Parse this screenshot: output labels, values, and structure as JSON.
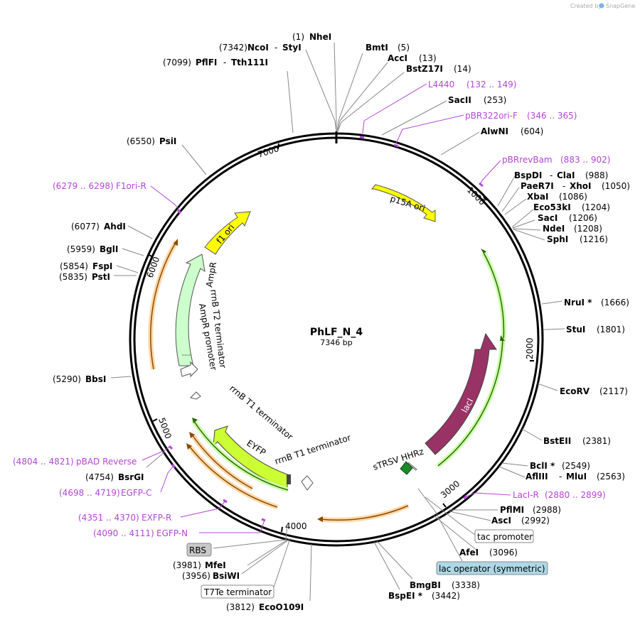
{
  "credit": {
    "created_by": "Created by",
    "app": "SnapGene"
  },
  "plasmid": {
    "name": "PhLF_N_4",
    "size_label": "7346 bp"
  },
  "ruler_ticks": [
    "1000",
    "2000",
    "3000",
    "4000",
    "5000",
    "6000",
    "7000"
  ],
  "sites": [
    {
      "name": "NheI",
      "pos": "(1)"
    },
    {
      "name": "NcoI",
      "name2": "StyI",
      "pos": "(7342)"
    },
    {
      "name": "PflFI",
      "name2": "Tth111I",
      "pos": "(7099)"
    },
    {
      "name": "BmtI",
      "pos": "(5)"
    },
    {
      "name": "AccI",
      "pos": "(13)"
    },
    {
      "name": "BstZ17I",
      "pos": "(14)"
    },
    {
      "name": "SacII",
      "pos": "(253)"
    },
    {
      "name": "AlwNI",
      "pos": "(604)"
    },
    {
      "name": "BspDI",
      "name2": "ClaI",
      "pos": "(988)"
    },
    {
      "name": "PaeR7I",
      "name2": "XhoI",
      "pos": "(1050)"
    },
    {
      "name": "XbaI",
      "pos": "(1086)"
    },
    {
      "name": "Eco53kI",
      "pos": "(1204)"
    },
    {
      "name": "SacI",
      "pos": "(1206)"
    },
    {
      "name": "NdeI",
      "pos": "(1208)"
    },
    {
      "name": "SphI",
      "pos": "(1216)"
    },
    {
      "name": "NruI *",
      "pos": "(1666)"
    },
    {
      "name": "StuI",
      "pos": "(1801)"
    },
    {
      "name": "EcoRV",
      "pos": "(2117)"
    },
    {
      "name": "BstEII",
      "pos": "(2381)"
    },
    {
      "name": "BclI *",
      "pos": "(2549)"
    },
    {
      "name": "AflIII",
      "name2": "MluI",
      "pos": "(2563)"
    },
    {
      "name": "PflMI",
      "pos": "(2988)"
    },
    {
      "name": "AscI",
      "pos": "(2992)"
    },
    {
      "name": "AfeI",
      "pos": "(3096)"
    },
    {
      "name": "BmgBI",
      "pos": "(3338)"
    },
    {
      "name": "BspEI *",
      "pos": "(3442)"
    },
    {
      "name": "EcoO109I",
      "pos": "(3812)"
    },
    {
      "name": "BsiWI",
      "pos": "(3956)"
    },
    {
      "name": "MfeI",
      "pos": "(3981)"
    },
    {
      "name": "BsrGI",
      "pos": "(4754)"
    },
    {
      "name": "BbsI",
      "pos": "(5290)"
    },
    {
      "name": "PstI",
      "pos": "(5835)"
    },
    {
      "name": "FspI",
      "pos": "(5854)"
    },
    {
      "name": "BglI",
      "pos": "(5959)"
    },
    {
      "name": "AhdI",
      "pos": "(6077)"
    },
    {
      "name": "PsiI",
      "pos": "(6550)"
    }
  ],
  "primers": [
    {
      "name": "L4440",
      "pos": "(132 .. 149)"
    },
    {
      "name": "pBR322ori-F",
      "pos": "(346 .. 365)"
    },
    {
      "name": "pBRrevBam",
      "pos": "(883 .. 902)"
    },
    {
      "name": "LacI-R",
      "pos": "(2880 .. 2899)"
    },
    {
      "name": "F1ori-R",
      "pos": "(6279 .. 6298)"
    },
    {
      "name": "pBAD Reverse",
      "pos": "(4804 .. 4821)"
    },
    {
      "name": "EGFP-C",
      "pos": "(4698 .. 4719)"
    },
    {
      "name": "EXFP-R",
      "pos": "(4351 .. 4370)"
    },
    {
      "name": "EGFP-N",
      "pos": "(4090 .. 4111)"
    }
  ],
  "features": {
    "p15a_ori": "p15A ori",
    "laci": "lacI",
    "f1_ori": "f1 ori",
    "ampr": "AmpR",
    "ampr_promoter": "AmpR promoter",
    "rrnb_t2": "rrnB T2 terminator",
    "rrnb_t1_a": "rrnB T1 terminator",
    "eyfp": "EYFP",
    "rrnb_t1_b": "rrnB T1 terminator",
    "strsv": "sTRSV HHRz"
  },
  "boxed_labels": {
    "tac_promoter": "tac promoter",
    "lac_operator": "lac operator (symmetric)",
    "rbs": "RBS",
    "t7te": "T7Te terminator"
  },
  "colors": {
    "purple": "#b445d6",
    "p15a": "#ffff00",
    "f1": "#ffff00",
    "ampr": "#ccffcc",
    "laci": "#993366",
    "eyfp": "#ccff33",
    "orange_orf": "#ffd8a8",
    "green_orf": "#ccffaa",
    "strsv": "#1b8a2a",
    "lac_operator_box": "#add8e6",
    "rbs_box": "#c8c8c8"
  }
}
